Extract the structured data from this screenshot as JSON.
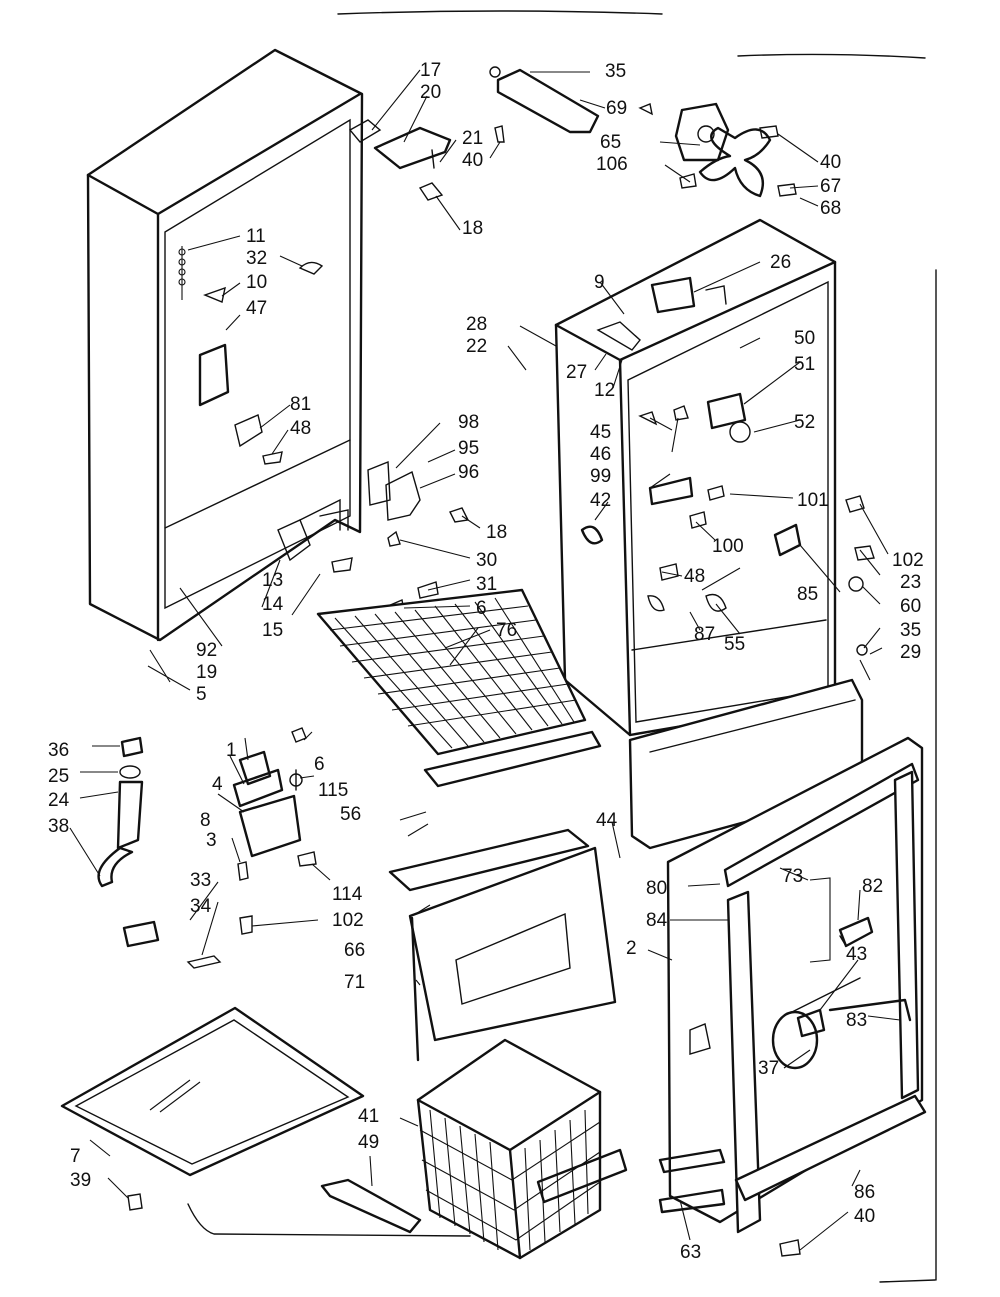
{
  "labels": {
    "p1": "1",
    "p2": "2",
    "p3": "3",
    "p4": "4",
    "p5": "5",
    "p6a": "6",
    "p6b": "6",
    "p7": "7",
    "p8": "8",
    "p9": "9",
    "p10": "10",
    "p11": "11",
    "p12": "12",
    "p13": "13",
    "p14": "14",
    "p15": "15",
    "p17": "17",
    "p18a": "18",
    "p18b": "18",
    "p19": "19",
    "p20": "20",
    "p21": "21",
    "p22": "22",
    "p23": "23",
    "p24": "24",
    "p25": "25",
    "p26": "26",
    "p27": "27",
    "p28": "28",
    "p29": "29",
    "p30": "30",
    "p31": "31",
    "p32": "32",
    "p33": "33",
    "p34": "34",
    "p35a": "35",
    "p35b": "35",
    "p36": "36",
    "p37": "37",
    "p38": "38",
    "p39": "39",
    "p40a": "40",
    "p40b": "40",
    "p40c": "40",
    "p41": "41",
    "p42": "42",
    "p43": "43",
    "p44": "44",
    "p45": "45",
    "p46": "46",
    "p47": "47",
    "p48a": "48",
    "p48b": "48",
    "p49": "49",
    "p50": "50",
    "p51": "51",
    "p52": "52",
    "p55": "55",
    "p56": "56",
    "p60": "60",
    "p63": "63",
    "p65": "65",
    "p66": "66",
    "p67": "67",
    "p68": "68",
    "p69": "69",
    "p71": "71",
    "p73": "73",
    "p76": "76",
    "p80": "80",
    "p81": "81",
    "p82": "82",
    "p83": "83",
    "p84": "84",
    "p85": "85",
    "p86": "86",
    "p87": "87",
    "p92": "92",
    "p95": "95",
    "p96": "96",
    "p98": "98",
    "p99": "99",
    "p100": "100",
    "p101": "101",
    "p102a": "102",
    "p102b": "102",
    "p106": "106",
    "p114": "114",
    "p115": "115"
  }
}
